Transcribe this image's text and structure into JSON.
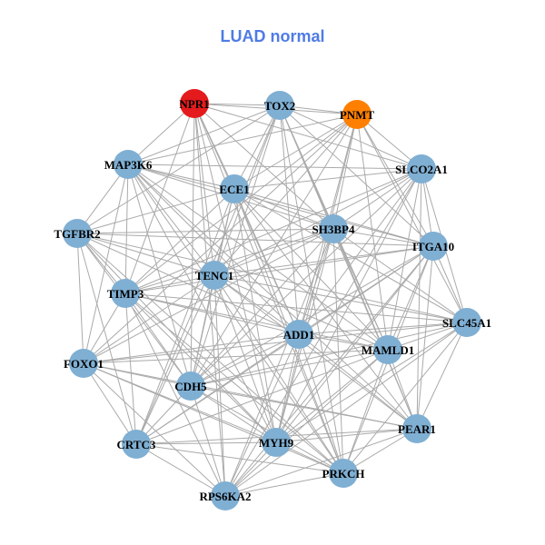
{
  "title": "LUAD normal",
  "colors": {
    "title": "#4f7be6",
    "default": "#7fafd3",
    "edge": "#aaaaaa"
  },
  "nodes": [
    {
      "id": "NPR1",
      "color": "#e41a1c"
    },
    {
      "id": "TOX2"
    },
    {
      "id": "PNMT",
      "color": "#ff7f00"
    },
    {
      "id": "MAP3K6"
    },
    {
      "id": "SLCO2A1"
    },
    {
      "id": "ECE1"
    },
    {
      "id": "SH3BP4"
    },
    {
      "id": "TGFBR2"
    },
    {
      "id": "ITGA10"
    },
    {
      "id": "TENC1"
    },
    {
      "id": "TIMP3"
    },
    {
      "id": "SLC45A1"
    },
    {
      "id": "ADD1"
    },
    {
      "id": "MAMLD1"
    },
    {
      "id": "FOXO1"
    },
    {
      "id": "CDH5"
    },
    {
      "id": "PEAR1"
    },
    {
      "id": "CRTC3"
    },
    {
      "id": "MYH9"
    },
    {
      "id": "PRKCH"
    },
    {
      "id": "RPS6KA2"
    }
  ],
  "adjacency": {
    "NPR1": [
      "TOX2",
      "PNMT",
      "MAP3K6",
      "ECE1",
      "SH3BP4",
      "TENC1",
      "ADD1",
      "CDH5",
      "MYH9",
      "PRKCH",
      "SLCO2A1",
      "TIMP3",
      "RPS6KA2"
    ],
    "TOX2": [
      "PNMT",
      "MAP3K6",
      "SLCO2A1",
      "ECE1",
      "SH3BP4",
      "TGFBR2",
      "TENC1",
      "ADD1",
      "MAMLD1",
      "CDH5",
      "PEAR1",
      "PRKCH",
      "CRTC3",
      "ITGA10"
    ],
    "PNMT": [
      "MAP3K6",
      "SLCO2A1",
      "ECE1",
      "SH3BP4",
      "ITGA10",
      "TENC1",
      "TIMP3",
      "ADD1",
      "MAMLD1",
      "CDH5",
      "MYH9",
      "SLC45A1",
      "FOXO1"
    ],
    "MAP3K6": [
      "ECE1",
      "SH3BP4",
      "TGFBR2",
      "ITGA10",
      "TENC1",
      "TIMP3",
      "ADD1",
      "MAMLD1",
      "FOXO1",
      "CDH5",
      "PEAR1",
      "MYH9",
      "SLCO2A1",
      "PRKCH"
    ],
    "SLCO2A1": [
      "ECE1",
      "SH3BP4",
      "ITGA10",
      "TENC1",
      "SLC45A1",
      "ADD1",
      "MAMLD1",
      "CDH5",
      "PEAR1",
      "MYH9",
      "RPS6KA2",
      "TIMP3"
    ],
    "ECE1": [
      "SH3BP4",
      "TGFBR2",
      "ITGA10",
      "TENC1",
      "TIMP3",
      "SLC45A1",
      "ADD1",
      "MAMLD1",
      "CDH5",
      "PEAR1",
      "MYH9",
      "PRKCH",
      "CRTC3"
    ],
    "SH3BP4": [
      "TGFBR2",
      "ITGA10",
      "TENC1",
      "TIMP3",
      "SLC45A1",
      "ADD1",
      "MAMLD1",
      "FOXO1",
      "CDH5",
      "PEAR1",
      "MYH9",
      "PRKCH",
      "RPS6KA2"
    ],
    "TGFBR2": [
      "ITGA10",
      "TENC1",
      "TIMP3",
      "ADD1",
      "FOXO1",
      "CDH5",
      "CRTC3",
      "MYH9",
      "SLC45A1",
      "PRKCH"
    ],
    "ITGA10": [
      "TENC1",
      "TIMP3",
      "SLC45A1",
      "ADD1",
      "MAMLD1",
      "CDH5",
      "PEAR1",
      "MYH9",
      "PRKCH",
      "CRTC3",
      "RPS6KA2"
    ],
    "TENC1": [
      "TIMP3",
      "SLC45A1",
      "ADD1",
      "MAMLD1",
      "FOXO1",
      "CDH5",
      "PEAR1",
      "CRTC3",
      "MYH9",
      "PRKCH",
      "RPS6KA2"
    ],
    "TIMP3": [
      "SLC45A1",
      "ADD1",
      "MAMLD1",
      "FOXO1",
      "CDH5",
      "CRTC3",
      "MYH9",
      "PRKCH",
      "RPS6KA2"
    ],
    "SLC45A1": [
      "ADD1",
      "MAMLD1",
      "FOXO1",
      "CDH5",
      "PEAR1",
      "MYH9",
      "PRKCH",
      "RPS6KA2"
    ],
    "ADD1": [
      "MAMLD1",
      "FOXO1",
      "CDH5",
      "PEAR1",
      "CRTC3",
      "MYH9",
      "PRKCH",
      "RPS6KA2"
    ],
    "MAMLD1": [
      "FOXO1",
      "CDH5",
      "PEAR1",
      "CRTC3",
      "MYH9",
      "PRKCH",
      "RPS6KA2"
    ],
    "FOXO1": [
      "CDH5",
      "PEAR1",
      "CRTC3",
      "MYH9",
      "PRKCH",
      "RPS6KA2"
    ],
    "CDH5": [
      "PEAR1",
      "CRTC3",
      "MYH9",
      "PRKCH",
      "RPS6KA2"
    ],
    "PEAR1": [
      "CRTC3",
      "MYH9",
      "PRKCH",
      "RPS6KA2"
    ],
    "CRTC3": [
      "MYH9",
      "PRKCH",
      "RPS6KA2"
    ],
    "MYH9": [
      "PRKCH",
      "RPS6KA2"
    ],
    "PRKCH": [
      "RPS6KA2"
    ]
  }
}
